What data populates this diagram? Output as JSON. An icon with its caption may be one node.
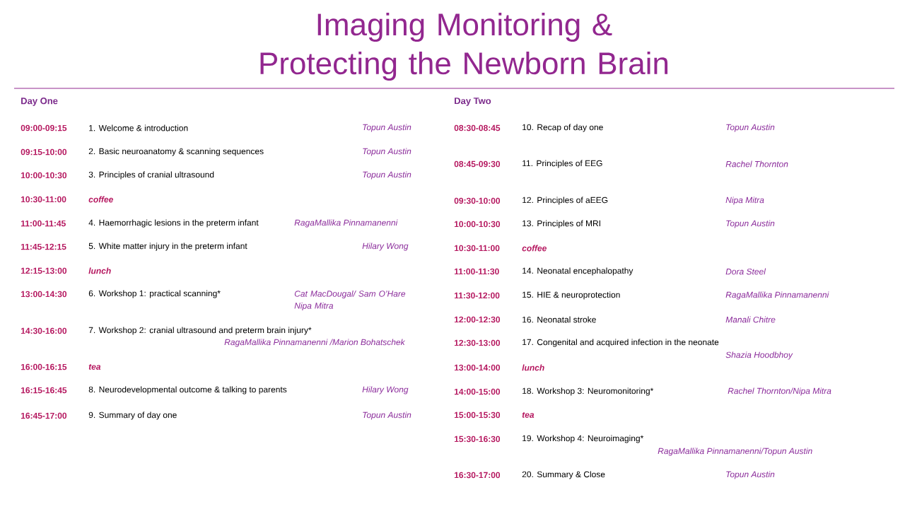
{
  "diagram": {
    "title": "Imaging Monitoring & Protecting the Newborn Brain",
    "labels": [
      "Day One",
      "09:00-09:15",
      "1. Welcome & introduction",
      "Topun Austin",
      "09:15-10:00",
      "2. Basic neuroanatomy & scanning sequences",
      "Topun Austin",
      "10:00-10:30",
      "3. Principles of cranial ultrasound",
      "Topun Austin",
      "10:30-11:00",
      "coffee",
      "11:00-11:45",
      "4. Haemorrhagic lesions in the preterm infant",
      "RagaMallika Pinnamanenni",
      "11:45-12:15",
      "5. White matter injury in the preterm infant",
      "Hilary Wong",
      "12:15-13:00",
      "lunch",
      "13:00-14:30",
      "6. Workshop 1: practical scanning*",
      "Cat MacDougal/ Sam O’Hare Nipa Mitra",
      "14:30-16:00",
      "7. Workshop 2: cranial ultrasound and preterm brain injury*",
      "RagaMallika Pinnamanenni /Marion Bohatschek",
      "16:00-16:15",
      "tea",
      "16:15-16:45",
      "8. Neurodevelopmental outcome & talking to parents",
      "Hilary Wong",
      "16:45-17:00",
      "9. Summary of day one",
      "Topun Austin",
      "Day Two",
      "08:30-08:45",
      "10. Recap of day one",
      "Topun Austin",
      "08:45-09:30",
      "11. Principles of EEG",
      "Rachel Thornton",
      "09:30-10:00",
      "12. Principles of aEEG",
      "Nipa Mitra",
      "10:00-10:30",
      "13. Principles of MRI",
      "Topun Austin",
      "10:30-11:00",
      "coffee",
      "11:00-11:30",
      "14. Neonatal encephalopathy",
      "Dora Steel",
      "11:30-12:00",
      "15. HIE & neuroprotection",
      "RagaMallika Pinnamanenni",
      "12:00-12:30",
      "16. Neonatal stroke",
      "Manali Chitre",
      "12:30-13:00",
      "17. Congenital and acquired infection in the neonate",
      "Shazia Hoodbhoy",
      "13:00-14:00",
      "lunch",
      "14:00-15:00",
      "18. Workshop 3: Neuromonitoring*",
      "Rachel Thornton/Nipa Mitra",
      "15:00-15:30",
      "tea",
      "15:30-16:30",
      "19. Workshop 4: Neuroimaging*",
      "RagaMallika Pinnamanenni/Topun Austin",
      "16:30-17:00",
      "20. Summary & Close",
      "Topun Austin"
    ]
  }
}
